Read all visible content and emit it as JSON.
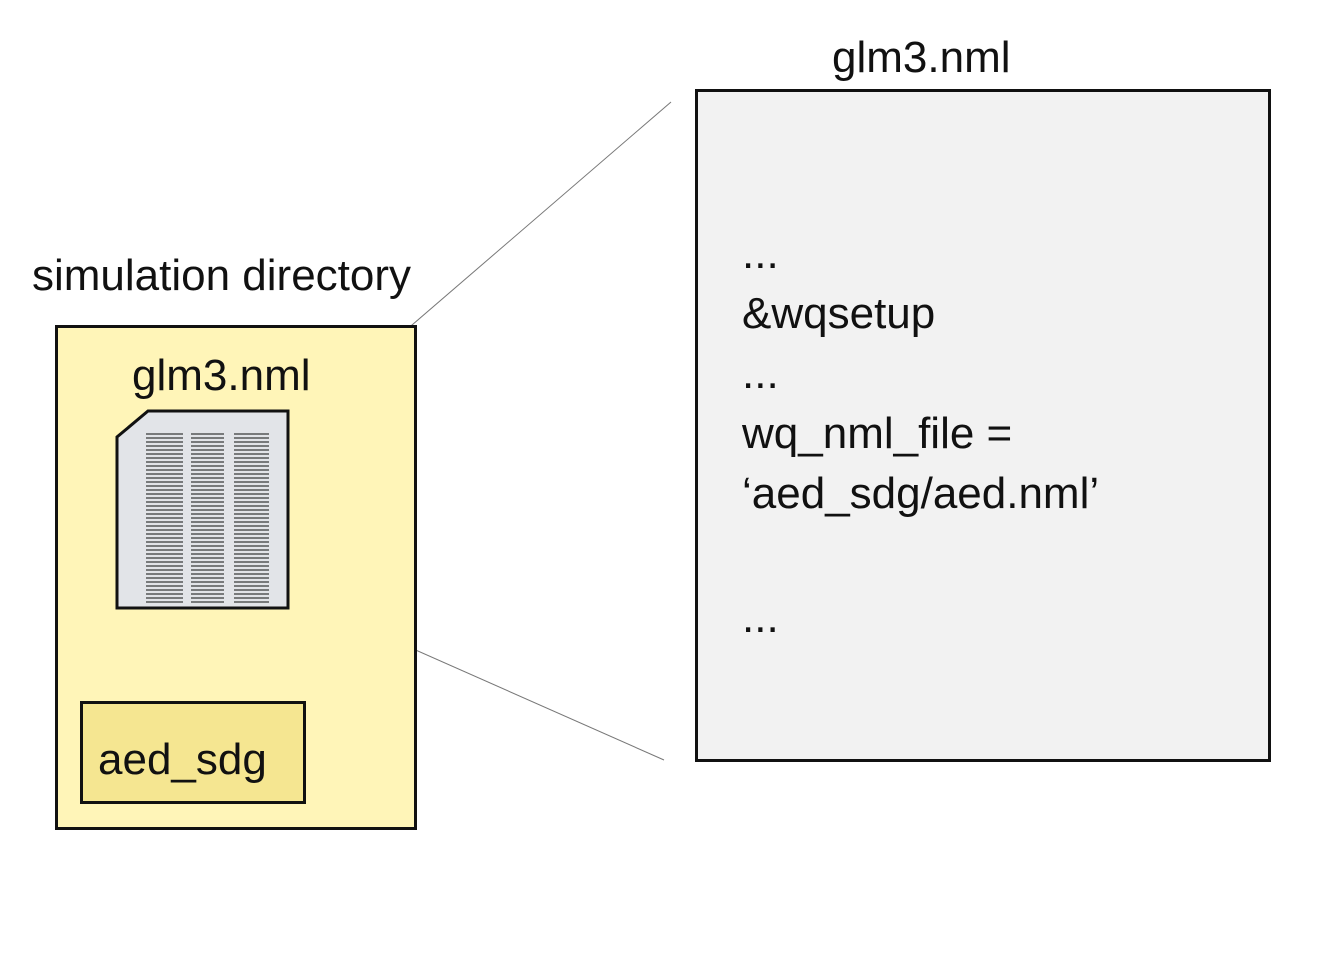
{
  "simulation_directory": {
    "label": "simulation directory",
    "file_label": "glm3.nml",
    "subfolder_label": "aed_sdg",
    "fill_color": "#fff5b8",
    "subfolder_fill_color": "#f5e691"
  },
  "file_view": {
    "title": "glm3.nml",
    "fill_color": "#f2f2f2",
    "lines": [
      "...",
      "&wqsetup",
      "...",
      "wq_nml_file =",
      "‘aed_sdg/aed.nml’",
      "",
      "..."
    ]
  },
  "icons": {
    "file": "document-icon"
  }
}
